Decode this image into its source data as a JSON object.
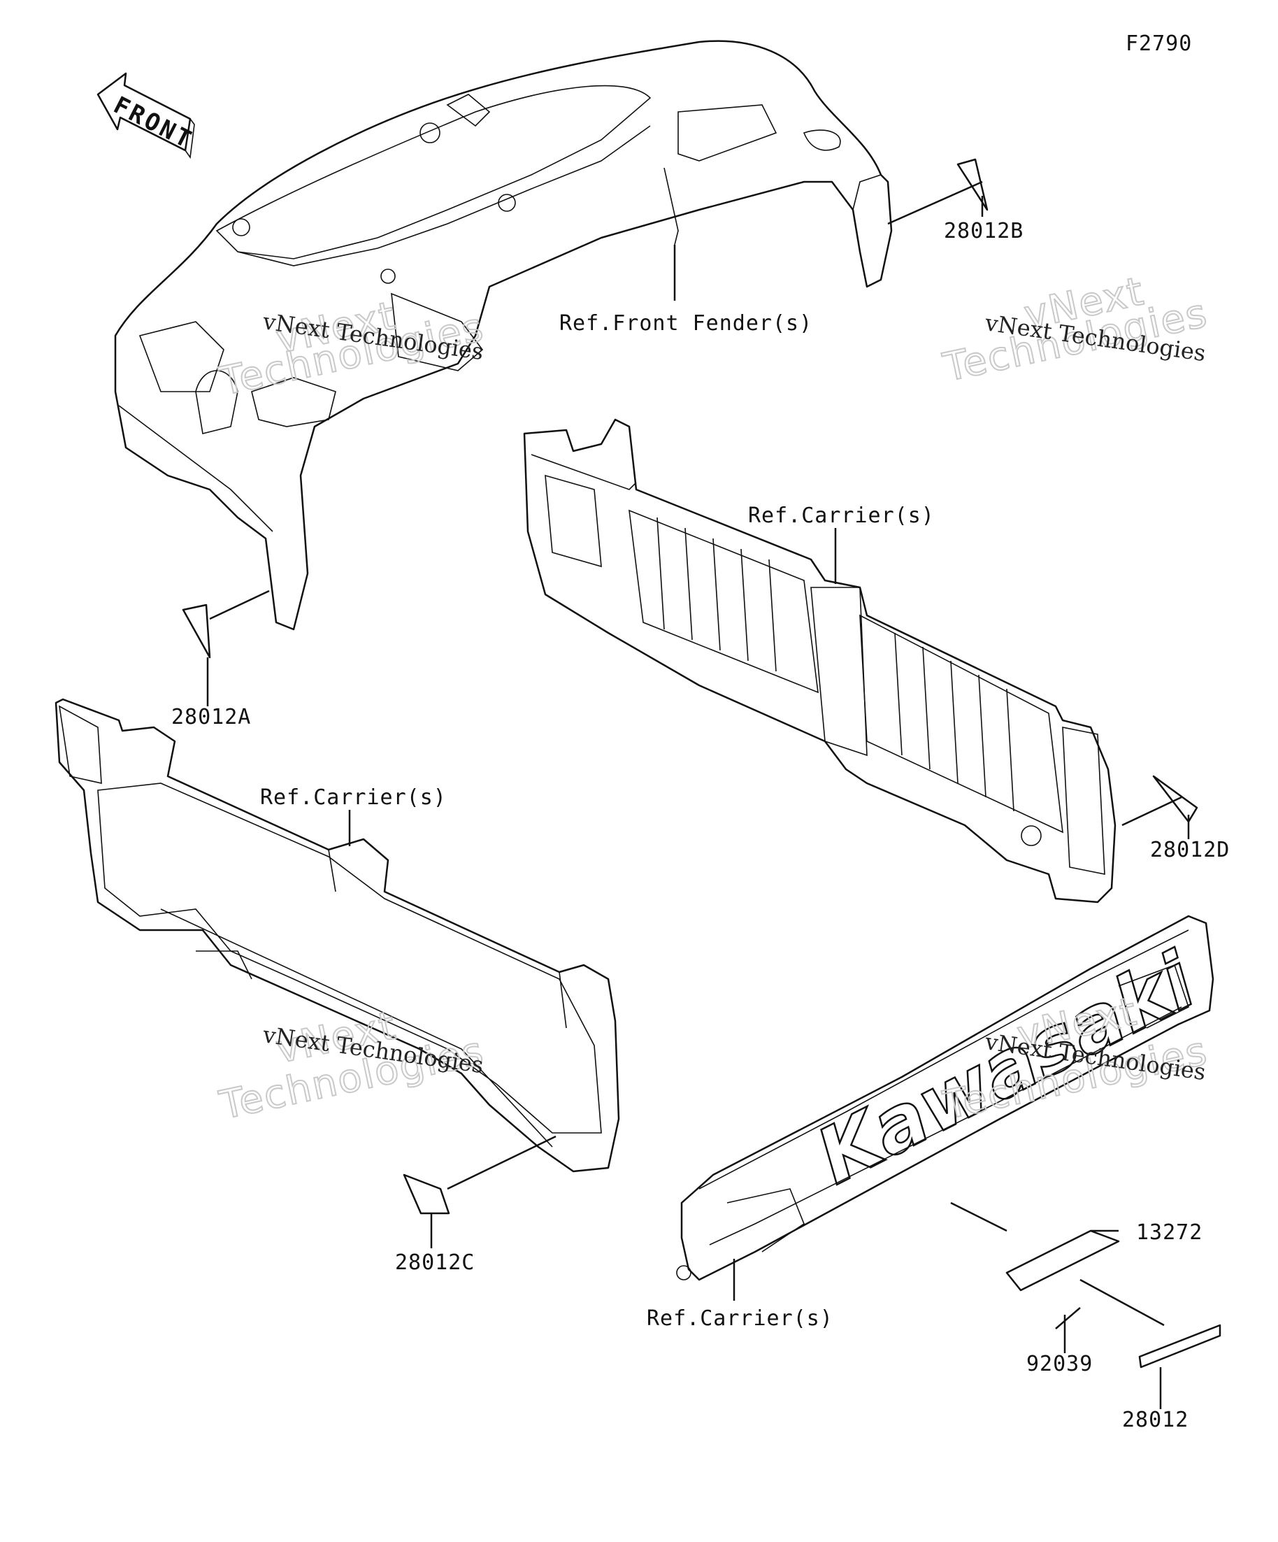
{
  "figure_code": "F2790",
  "front_arrow": {
    "text": "FRONT"
  },
  "parts": [
    {
      "id": "label-28012b",
      "number": "28012B"
    },
    {
      "id": "label-28012a",
      "number": "28012A"
    },
    {
      "id": "label-28012d",
      "number": "28012D"
    },
    {
      "id": "label-28012c",
      "number": "28012C"
    },
    {
      "id": "label-13272",
      "number": "13272"
    },
    {
      "id": "label-92039",
      "number": "92039"
    },
    {
      "id": "label-28012",
      "number": "28012"
    }
  ],
  "references": {
    "front_fender": "Ref.Front Fender(s)",
    "carrier_right": "Ref.Carrier(s)",
    "carrier_left": "Ref.Carrier(s)",
    "carrier_bottom": "Ref.Carrier(s)"
  },
  "logo_text": "Kawasaki",
  "watermark": {
    "line1": "vNext Technologies",
    "big1": "vNext",
    "big2": "Technologies"
  }
}
